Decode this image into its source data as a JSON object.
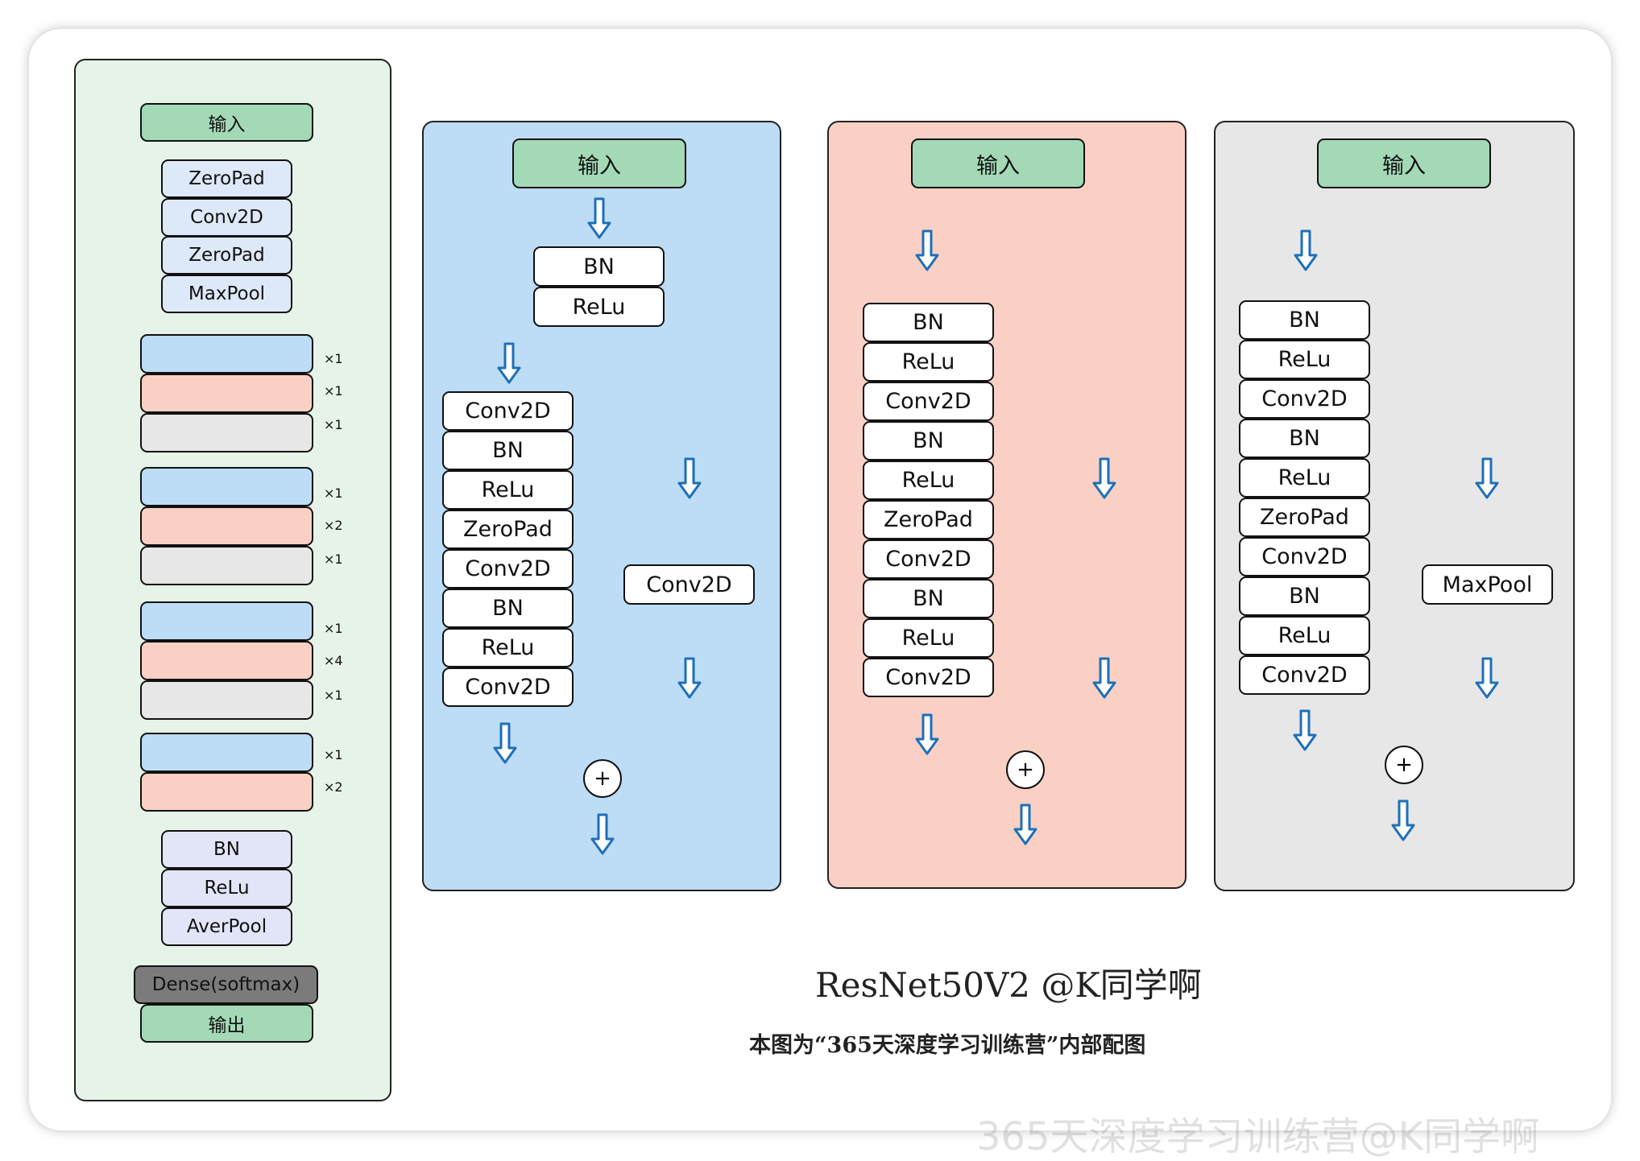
{
  "colors": {
    "input_green": "#a3d9b7",
    "overview_panel": "#e6f3e8",
    "block_blue": "#bddcf5",
    "block_red": "#fbd0c4",
    "block_gray": "#e7e7e7",
    "stem_box": "#dde9f8",
    "head_box": "#e2e5f7",
    "dense_box": "#7b7b7b",
    "arrow_blue": "#1e6fb8"
  },
  "overview": {
    "input": "输入",
    "stem": [
      "ZeroPad",
      "Conv2D",
      "ZeroPad",
      "MaxPool"
    ],
    "stages": [
      {
        "blocks": [
          {
            "type": "blue",
            "mult": "×1"
          },
          {
            "type": "red",
            "mult": "×1"
          },
          {
            "type": "gray",
            "mult": "×1"
          }
        ]
      },
      {
        "blocks": [
          {
            "type": "blue",
            "mult": "×1"
          },
          {
            "type": "red",
            "mult": "×2"
          },
          {
            "type": "gray",
            "mult": "×1"
          }
        ]
      },
      {
        "blocks": [
          {
            "type": "blue",
            "mult": "×1"
          },
          {
            "type": "red",
            "mult": "×4"
          },
          {
            "type": "gray",
            "mult": "×1"
          }
        ]
      },
      {
        "blocks": [
          {
            "type": "blue",
            "mult": "×1"
          },
          {
            "type": "red",
            "mult": "×2"
          }
        ]
      }
    ],
    "head": [
      "BN",
      "ReLu",
      "AverPool"
    ],
    "dense": "Dense(softmax)",
    "output": "输出"
  },
  "block_blue": {
    "input": "输入",
    "pre": [
      "BN",
      "ReLu"
    ],
    "main": [
      "Conv2D",
      "BN",
      "ReLu",
      "ZeroPad",
      "Conv2D",
      "BN",
      "ReLu",
      "Conv2D"
    ],
    "shortcut": "Conv2D",
    "plus": "+"
  },
  "block_red": {
    "input": "输入",
    "main": [
      "BN",
      "ReLu",
      "Conv2D",
      "BN",
      "ReLu",
      "ZeroPad",
      "Conv2D",
      "BN",
      "ReLu",
      "Conv2D"
    ],
    "plus": "+"
  },
  "block_gray": {
    "input": "输入",
    "main": [
      "BN",
      "ReLu",
      "Conv2D",
      "BN",
      "ReLu",
      "ZeroPad",
      "Conv2D",
      "BN",
      "ReLu",
      "Conv2D"
    ],
    "shortcut": "MaxPool",
    "plus": "+"
  },
  "title": "ResNet50V2 @K同学啊",
  "caption": "本图为“365天深度学习训练营”内部配图",
  "watermark": "365天深度学习训练营@K同学啊"
}
